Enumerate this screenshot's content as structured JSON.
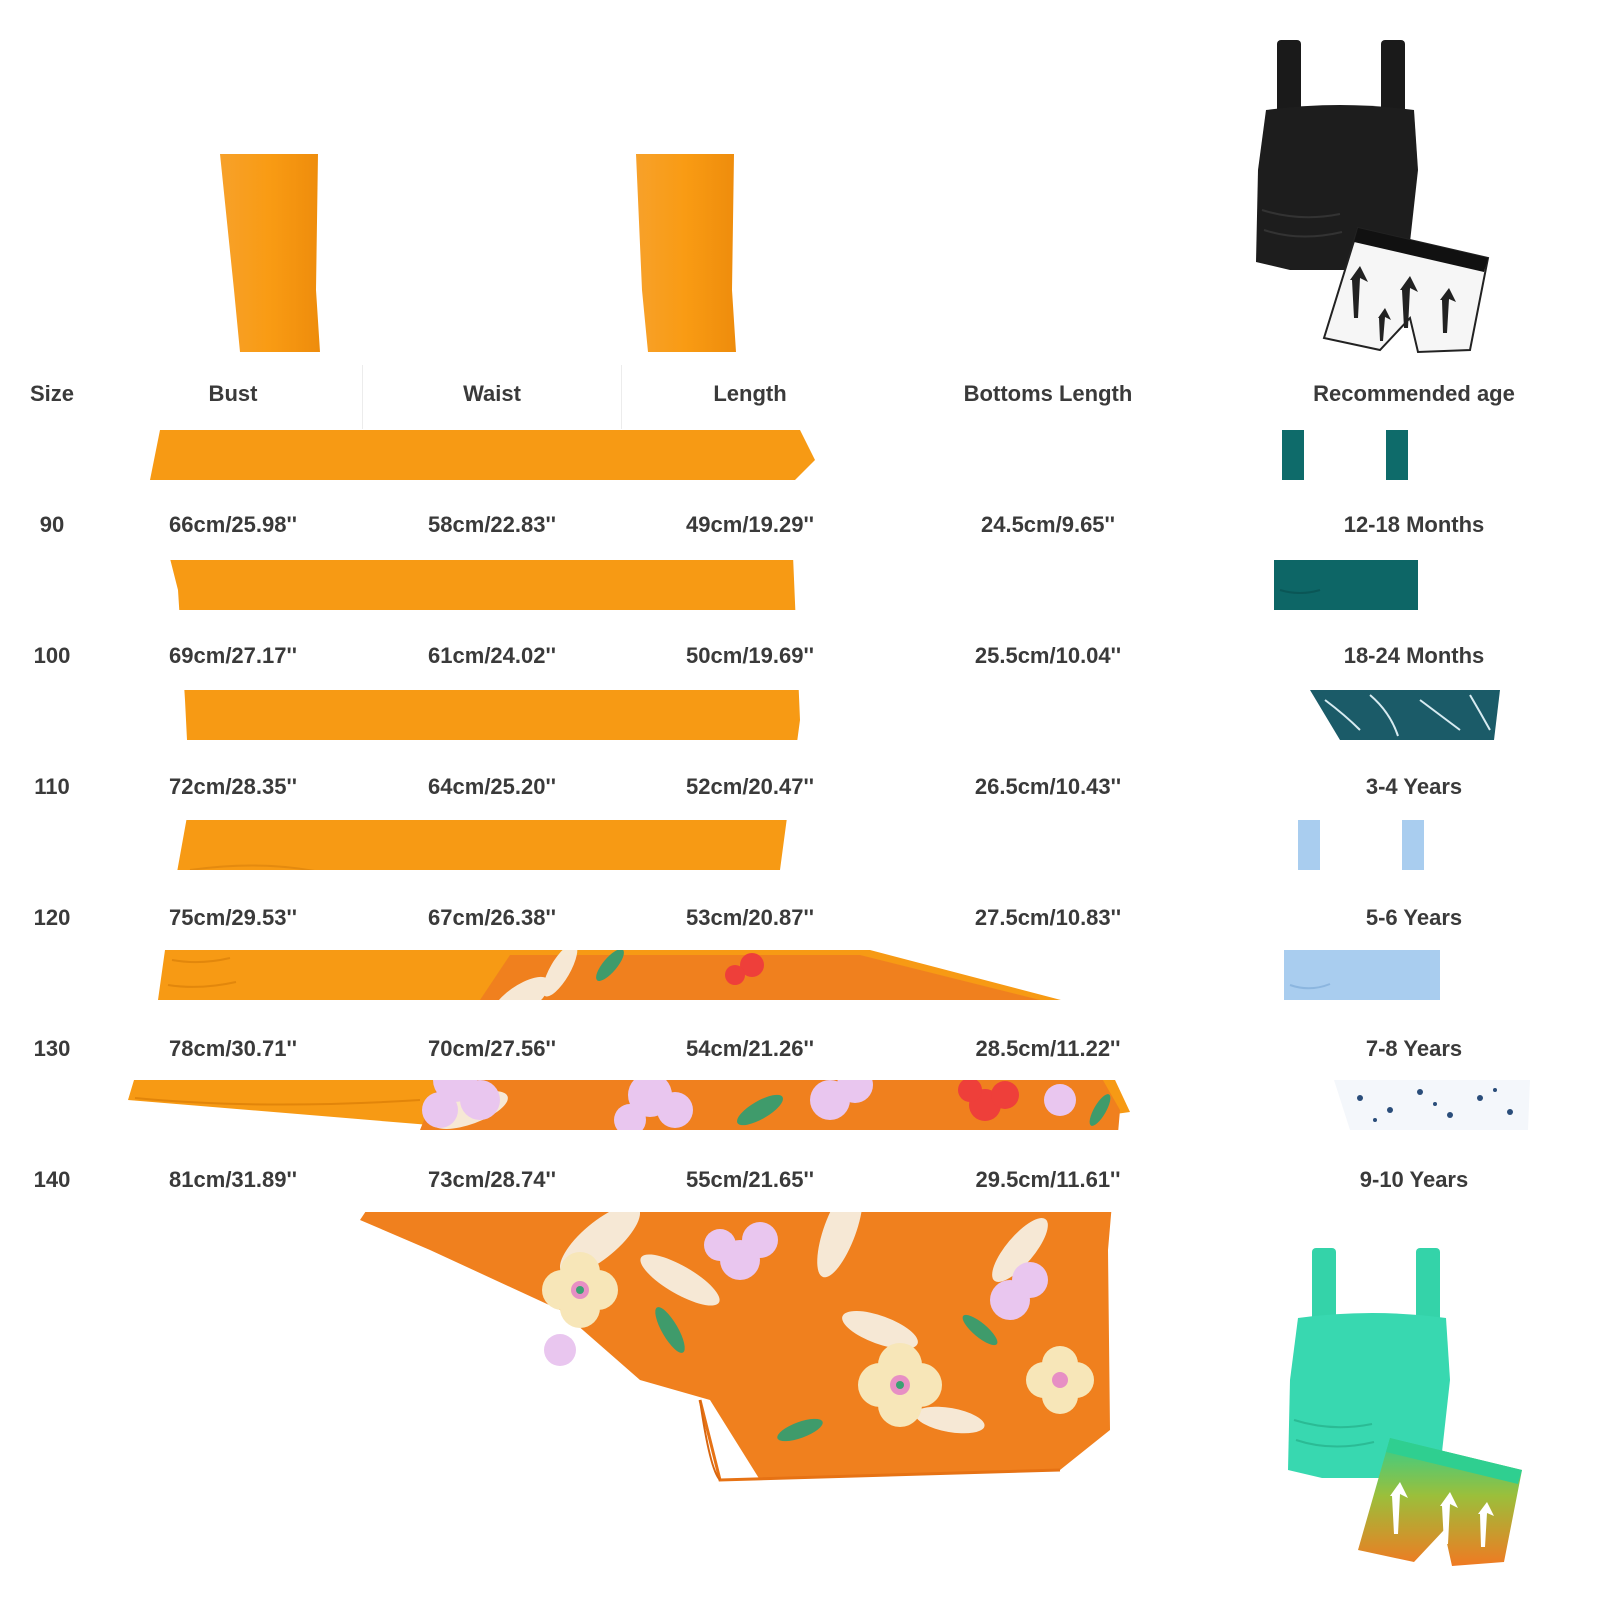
{
  "table": {
    "headers": [
      "Size",
      "Bust",
      "Waist",
      "Length",
      "Bottoms Length",
      "Recommended age"
    ],
    "rows": [
      {
        "size": "90",
        "bust": "66cm/25.98''",
        "waist": "58cm/22.83''",
        "length": "49cm/19.29''",
        "bottoms_length": "24.5cm/9.65''",
        "age": "12-18 Months"
      },
      {
        "size": "100",
        "bust": "69cm/27.17''",
        "waist": "61cm/24.02''",
        "length": "50cm/19.69''",
        "bottoms_length": "25.5cm/10.04''",
        "age": "18-24 Months"
      },
      {
        "size": "110",
        "bust": "72cm/28.35''",
        "waist": "64cm/25.20''",
        "length": "52cm/20.47''",
        "bottoms_length": "26.5cm/10.43''",
        "age": "3-4 Years"
      },
      {
        "size": "120",
        "bust": "75cm/29.53''",
        "waist": "67cm/26.38''",
        "length": "53cm/20.87''",
        "bottoms_length": "27.5cm/10.83''",
        "age": "5-6 Years"
      },
      {
        "size": "130",
        "bust": "78cm/30.71''",
        "waist": "70cm/27.56''",
        "length": "54cm/21.26''",
        "bottoms_length": "28.5cm/11.22''",
        "age": "7-8 Years"
      },
      {
        "size": "140",
        "bust": "81cm/31.89''",
        "waist": "73cm/28.74''",
        "length": "55cm/21.65''",
        "bottoms_length": "29.5cm/11.61''",
        "age": "9-10 Years"
      }
    ]
  },
  "colors": {
    "text": "#3a3a3a",
    "swimsuit_orange": "#f79a14",
    "print_orange": "#f0801e",
    "black_set": "#1c1c1c",
    "teal_set": "#0e6b6a",
    "light_blue_set": "#a9cdef",
    "mint_set": "#35d8ae"
  },
  "images": {
    "main_swimsuit": "orange-tankini-with-floral-shorts-image",
    "black_set": "black-tankini-with-palm-shorts-image",
    "teal_set": "teal-tankini-with-leaf-shorts-image",
    "light_blue_set": "light-blue-tankini-with-floral-shorts-image",
    "mint_set": "mint-tankini-with-gradient-palm-shorts-image"
  }
}
